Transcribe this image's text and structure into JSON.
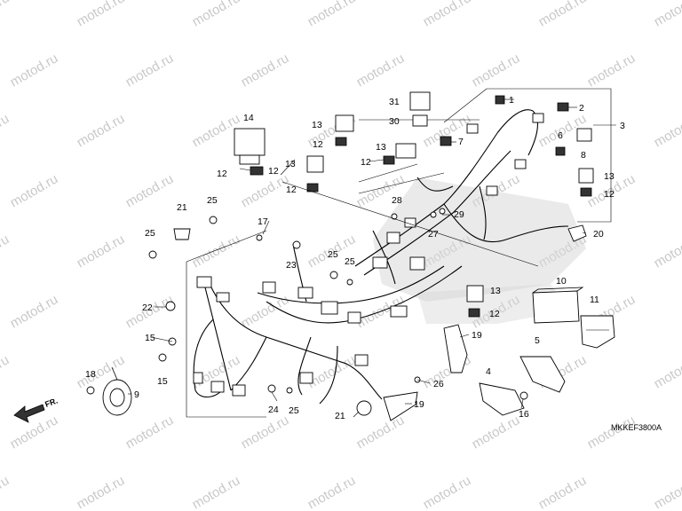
{
  "watermark": {
    "text": "motod.ru"
  },
  "diagram_code": "MKKEF3800A",
  "front_label": "FR.",
  "callouts": [
    "1",
    "2",
    "3",
    "4",
    "5",
    "6",
    "7",
    "8",
    "9",
    "10",
    "11",
    "12",
    "13",
    "14",
    "15",
    "16",
    "17",
    "18",
    "19",
    "20",
    "21",
    "22",
    "23",
    "24",
    "25",
    "26",
    "27",
    "28",
    "29",
    "30",
    "31"
  ]
}
